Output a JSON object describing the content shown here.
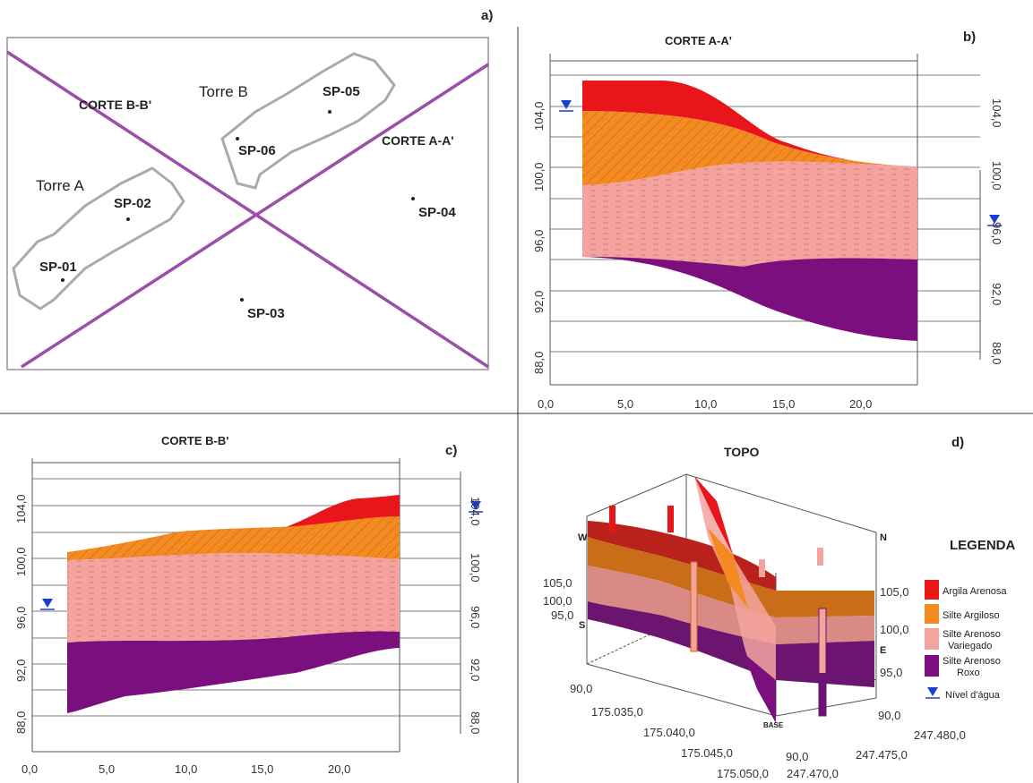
{
  "panel_a": {
    "letter": "a)",
    "cut_bb": "CORTE B-B'",
    "cut_aa": "CORTE A-A'",
    "torre_a": "Torre A",
    "torre_b": "Torre B",
    "points": [
      "SP-01",
      "SP-02",
      "SP-03",
      "SP-04",
      "SP-05",
      "SP-06"
    ]
  },
  "panel_b": {
    "letter": "b)",
    "title": "CORTE A-A'",
    "x_ticks": [
      "0,0",
      "5,0",
      "10,0",
      "15,0",
      "20,0"
    ],
    "y_ticks": [
      "88,0",
      "92,0",
      "96,0",
      "100,0",
      "104,0"
    ]
  },
  "panel_c": {
    "letter": "c)",
    "title": "CORTE B-B'",
    "x_ticks": [
      "0,0",
      "5,0",
      "10,0",
      "15,0",
      "20,0"
    ],
    "y_ticks": [
      "88,0",
      "92,0",
      "96,0",
      "100,0",
      "104,0"
    ]
  },
  "panel_d": {
    "letter": "d)",
    "title": "TOPO",
    "corner_w": "W",
    "corner_s": "S",
    "corner_n": "N",
    "corner_e": "E",
    "base": "BASE",
    "z_left": [
      "105,0",
      "100,0",
      "95,0",
      "90,0"
    ],
    "z_right": [
      "105,0",
      "100,0",
      "95,0",
      "90,0"
    ],
    "x_ticks": [
      "175.035,0",
      "175.040,0",
      "175.045,0",
      "175.050,0"
    ],
    "y_ticks": [
      "247.480,0",
      "247.475,0",
      "247.470,0"
    ],
    "base_z": "90,0"
  },
  "legend": {
    "title": "LEGENDA",
    "items": [
      {
        "label": "Argila Arenosa",
        "color": "#e8161b"
      },
      {
        "label": "Silte Argiloso",
        "color": "#f48a22"
      },
      {
        "label": "Silte Arenoso Variegado",
        "color": "#f4a39e"
      },
      {
        "label": "Silte Arenoso Roxo",
        "color": "#7b0f7e"
      },
      {
        "label": "Nível d'água",
        "icon": "water-level-triangle-icon"
      }
    ]
  },
  "colors": {
    "argila": "#e8161b",
    "silte_argiloso": "#f48a22",
    "variegado": "#f4a39e",
    "roxo": "#7b0f7e",
    "cut_lines": "#9b4fa8",
    "water": "#1a3fd0"
  }
}
